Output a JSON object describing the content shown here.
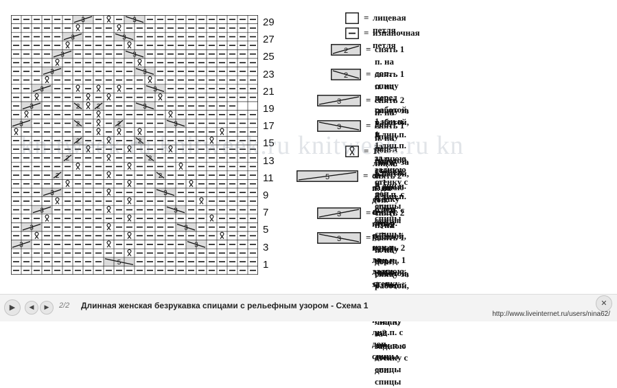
{
  "chart_data": {
    "type": "knitting-chart",
    "columns": 24,
    "rows": 30,
    "row_numbers": [
      "29",
      "27",
      "25",
      "23",
      "21",
      "19",
      "17",
      "15",
      "13",
      "11",
      "9",
      "7",
      "5",
      "3",
      "1"
    ],
    "rows_top_to_bottom": [
      [
        [
          "P",
          6
        ],
        [
          "C3",
          2
        ],
        [
          "P",
          1
        ],
        [
          "K",
          1
        ],
        [
          "P",
          1
        ],
        [
          "C3",
          2
        ],
        [
          "P",
          12
        ]
      ],
      [
        [
          "P",
          6
        ],
        [
          "K",
          1
        ],
        [
          "P",
          3
        ],
        [
          "K",
          1
        ],
        [
          "P",
          13
        ]
      ],
      [
        [
          "P",
          5
        ],
        [
          "C3",
          2
        ],
        [
          "P",
          3
        ],
        [
          "C3",
          2
        ],
        [
          "P",
          12
        ]
      ],
      [
        [
          "P",
          5
        ],
        [
          "K",
          1
        ],
        [
          "P",
          5
        ],
        [
          "K",
          1
        ],
        [
          "P",
          12
        ]
      ],
      [
        [
          "P",
          4
        ],
        [
          "C3",
          2
        ],
        [
          "P",
          5
        ],
        [
          "C3",
          2
        ],
        [
          "P",
          11
        ]
      ],
      [
        [
          "P",
          4
        ],
        [
          "K",
          1
        ],
        [
          "P",
          7
        ],
        [
          "K",
          1
        ],
        [
          "P",
          11
        ]
      ],
      [
        [
          "P",
          3
        ],
        [
          "C3",
          2
        ],
        [
          "P",
          7
        ],
        [
          "C3",
          2
        ],
        [
          "P",
          10
        ]
      ],
      [
        [
          "P",
          3
        ],
        [
          "K",
          1
        ],
        [
          "P",
          9
        ],
        [
          "K",
          1
        ],
        [
          "P",
          10
        ]
      ],
      [
        [
          "P",
          2
        ],
        [
          "C3",
          2
        ],
        [
          "P",
          2
        ],
        [
          "K",
          1
        ],
        [
          "P",
          1
        ],
        [
          "K",
          1
        ],
        [
          "P",
          1
        ],
        [
          "K",
          1
        ],
        [
          "P",
          2
        ],
        [
          "C3",
          2
        ],
        [
          "P",
          9
        ]
      ],
      [
        [
          "P",
          2
        ],
        [
          "K",
          1
        ],
        [
          "P",
          4
        ],
        [
          "K",
          1
        ],
        [
          "P",
          1
        ],
        [
          "K",
          1
        ],
        [
          "P",
          4
        ],
        [
          "K",
          1
        ],
        [
          "P",
          9
        ]
      ],
      [
        [
          "P",
          1
        ],
        [
          "C3",
          2
        ],
        [
          "P",
          3
        ],
        [
          "C2",
          1
        ],
        [
          "K",
          1
        ],
        [
          "C2",
          1
        ],
        [
          "P",
          3
        ],
        [
          "C3",
          2
        ],
        [
          "P",
          8
        ]
      ],
      [
        [
          "P",
          1
        ],
        [
          "K",
          1
        ],
        [
          "P",
          6
        ],
        [
          "K",
          1
        ],
        [
          "P",
          6
        ],
        [
          "K",
          1
        ],
        [
          "P",
          8
        ]
      ],
      [
        [
          "C3",
          2
        ],
        [
          "P",
          4
        ],
        [
          "C2",
          1
        ],
        [
          "P",
          1
        ],
        [
          "K",
          1
        ],
        [
          "P",
          1
        ],
        [
          "C2",
          1
        ],
        [
          "P",
          4
        ],
        [
          "C3",
          2
        ],
        [
          "P",
          7
        ]
      ],
      [
        [
          "K",
          1
        ],
        [
          "P",
          7
        ],
        [
          "K",
          1
        ],
        [
          "P",
          1
        ],
        [
          "K",
          1
        ],
        [
          "P",
          1
        ],
        [
          "K",
          1
        ],
        [
          "P",
          7
        ],
        [
          "K",
          1
        ],
        [
          "P",
          3
        ]
      ],
      [
        [
          "P",
          6
        ],
        [
          "C2",
          1
        ],
        [
          "P",
          2
        ],
        [
          "K",
          1
        ],
        [
          "P",
          2
        ],
        [
          "C2",
          1
        ],
        [
          "P",
          6
        ],
        [
          "K",
          1
        ],
        [
          "P",
          4
        ]
      ],
      [
        [
          "P",
          7
        ],
        [
          "K",
          1
        ],
        [
          "P",
          3
        ],
        [
          "K",
          1
        ],
        [
          "P",
          3
        ],
        [
          "K",
          1
        ],
        [
          "P",
          8
        ]
      ],
      [
        [
          "P",
          5
        ],
        [
          "C2",
          1
        ],
        [
          "P",
          3
        ],
        [
          "K",
          1
        ],
        [
          "P",
          3
        ],
        [
          "C2",
          1
        ],
        [
          "P",
          10
        ]
      ],
      [
        [
          "P",
          6
        ],
        [
          "K",
          1
        ],
        [
          "P",
          4
        ],
        [
          "K",
          1
        ],
        [
          "P",
          4
        ],
        [
          "K",
          1
        ],
        [
          "P",
          7
        ]
      ],
      [
        [
          "P",
          4
        ],
        [
          "C2",
          1
        ],
        [
          "P",
          4
        ],
        [
          "K",
          1
        ],
        [
          "P",
          4
        ],
        [
          "C2",
          1
        ],
        [
          "P",
          9
        ]
      ],
      [
        [
          "P",
          5
        ],
        [
          "K",
          1
        ],
        [
          "P",
          5
        ],
        [
          "K",
          1
        ],
        [
          "P",
          5
        ],
        [
          "K",
          1
        ],
        [
          "P",
          6
        ]
      ],
      [
        [
          "P",
          3
        ],
        [
          "C3",
          2
        ],
        [
          "P",
          4
        ],
        [
          "K",
          1
        ],
        [
          "P",
          4
        ],
        [
          "C3",
          2
        ],
        [
          "P",
          8
        ]
      ],
      [
        [
          "P",
          4
        ],
        [
          "K",
          1
        ],
        [
          "P",
          6
        ],
        [
          "K",
          1
        ],
        [
          "P",
          6
        ],
        [
          "K",
          1
        ],
        [
          "P",
          5
        ]
      ],
      [
        [
          "P",
          2
        ],
        [
          "C3",
          2
        ],
        [
          "P",
          5
        ],
        [
          "K",
          1
        ],
        [
          "P",
          5
        ],
        [
          "C3",
          2
        ],
        [
          "P",
          7
        ]
      ],
      [
        [
          "P",
          3
        ],
        [
          "K",
          1
        ],
        [
          "P",
          7
        ],
        [
          "K",
          1
        ],
        [
          "P",
          7
        ],
        [
          "K",
          1
        ],
        [
          "P",
          4
        ]
      ],
      [
        [
          "P",
          1
        ],
        [
          "C3",
          2
        ],
        [
          "P",
          6
        ],
        [
          "K",
          1
        ],
        [
          "P",
          6
        ],
        [
          "C3",
          2
        ],
        [
          "P",
          6
        ]
      ],
      [
        [
          "P",
          2
        ],
        [
          "K",
          1
        ],
        [
          "P",
          8
        ],
        [
          "K",
          1
        ],
        [
          "P",
          8
        ],
        [
          "K",
          1
        ],
        [
          "P",
          3
        ]
      ],
      [
        [
          "C3",
          2
        ],
        [
          "P",
          7
        ],
        [
          "K",
          1
        ],
        [
          "P",
          7
        ],
        [
          "C3",
          2
        ],
        [
          "P",
          6
        ]
      ],
      [
        [
          "P",
          11
        ],
        [
          "K",
          1
        ],
        [
          "P",
          12
        ]
      ],
      [
        [
          "P",
          9
        ],
        [
          "C5",
          3
        ],
        [
          "P",
          12
        ]
      ],
      [
        [
          "P",
          24
        ]
      ]
    ]
  },
  "legend": [
    {
      "symbol": "knit",
      "text": "лицевая петля"
    },
    {
      "symbol": "purl",
      "text": "изнаночная петля"
    },
    {
      "symbol": "c2-left",
      "label": "2",
      "text": "снять 1 п. на доп. спицу перед работой, 1 изн.п. и\n1 лиц.п. за заднюю стенку с доп. спицы"
    },
    {
      "symbol": "c2-right",
      "label": "2",
      "text": "снять 1 п. на доп. спицу за работой, 1 лиц.п. за\nзаднюю стенку и 1 изн.п. с доп. спицы"
    },
    {
      "symbol": "c3-left",
      "label": "3",
      "text": "снять 2 п. на доп. спицу перед работой, 1 изн.п. и\n2 лиц.п. с доп. спицы"
    },
    {
      "symbol": "c3-right",
      "label": "3",
      "text": "снять 1 п. на доп. спицу за работой, 2 лиц.п. и 1\nизн.п. с доп. спицы"
    },
    {
      "symbol": "twist",
      "text": "1 лиц.п. за заднюю стенку в лиц.р. и 1 изн.п. за\nзаднюю стенку в изн.р."
    },
    {
      "symbol": "c5",
      "label": "5",
      "text": "снять 2 п. на доп. спицу перед работой, вязать 2\nлиц.п., 1 лиц.п. за заднюю стенку и 2 лиц.п. с доп.\nспицы"
    },
    {
      "symbol": "c3-left",
      "label": "3",
      "text": "снять 2 п. на доп. спицу перед работой, 1 лиц.п. за\nзаднюю стенку и 2 лиц.п. с доп. спицы"
    },
    {
      "symbol": "c3-right",
      "label": "3",
      "text": "снять 1 п. на доп. спицу за работой, 2 лиц.п. и 1\nлиц.п. за заднюю стенку с доп. спицы"
    }
  ],
  "legend_eq": "=",
  "watermark": "knitweek.ru  knitweek.ru  knitweek.ru  kn",
  "viewer": {
    "counter": "2/2",
    "caption": "Длинная женская безрукавка спицами с рельефным узором - Схема 1",
    "url": "http://www.liveinternet.ru/users/nina62/"
  },
  "colors": {
    "grid": "#222222",
    "cable_fill": "#dcdcdc",
    "background": "#ffffff"
  }
}
